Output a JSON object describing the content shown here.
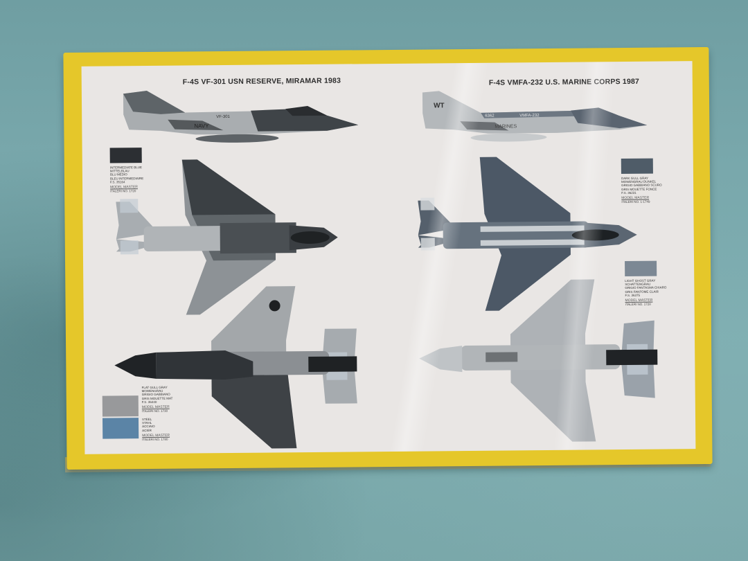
{
  "scene": {
    "description": "Shrink-wrapped model kit box (back side) lying on a teal surface, showing F-4S Phantom II color/marking profiles",
    "background_color": "#79a8ac",
    "box_border_color": "#e5c72a",
    "panel_color": "#e9e6e4"
  },
  "schemes": [
    {
      "title": "F-4S VF-301 USN RESERVE, MIRAMAR 1983",
      "side_markings": [
        "VF-301",
        "NAVY"
      ],
      "views": [
        "side",
        "top",
        "bottom"
      ]
    },
    {
      "title": "F-4S VMFA-232 U.S. MARINE CORPS 1987",
      "side_markings": [
        "WT",
        "6362",
        "VMFA-232",
        "MARINES"
      ],
      "views": [
        "side",
        "top",
        "bottom"
      ]
    }
  ],
  "swatches": [
    {
      "color": "#2c2f33",
      "lines": [
        "INTERMEDIATE BLUE",
        "MITTELBLAU",
        "BLU MEDIO",
        "BLEU INTERMEDIAIRE",
        "F.S. 35164"
      ],
      "brand": "MODEL MASTER",
      "code": "ITALERI NO. 1720"
    },
    {
      "color": "#4f5c68",
      "lines": [
        "DARK GULL GRAY",
        "MOWENGRAU DUNKEL",
        "GRIGIO GABBIANO SCURO",
        "GRIS MOUETTE FONCE",
        "F.S. 36231"
      ],
      "brand": "MODEL MASTER",
      "code": "ITALERI NO. 1-1749"
    },
    {
      "color": "#7c8894",
      "lines": [
        "LIGHT GHOST GRAY",
        "SCHATTENGRAU",
        "GRIGIO FANTASMA CHIARO",
        "GRIS FANTOME CLAIR",
        "F.S. 36375"
      ],
      "brand": "MODEL MASTER",
      "code": "ITALERI NO. 1728"
    },
    {
      "color": "#98999b",
      "lines": [
        "FLAT GULL GRAY",
        "MOWENGRAU",
        "GRIGIO GABBIANO",
        "GRIS MOUETTE MAT",
        "F.S. 36440"
      ],
      "brand": "MODEL MASTER",
      "code": "ITALERI NO. 1730"
    },
    {
      "color": "#5b84a6",
      "lines": [
        "STEEL",
        "STAHL",
        "ACCIAIO",
        "ACIER"
      ],
      "brand": "MODEL MASTER",
      "code": "ITALERI NO. 1780"
    }
  ]
}
